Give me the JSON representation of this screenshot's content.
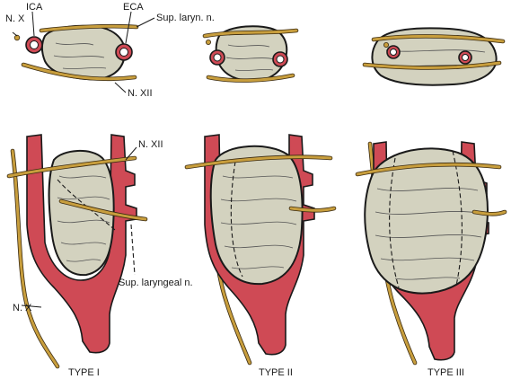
{
  "labels": {
    "nx_top": "N. X",
    "ica": "ICA",
    "eca": "ECA",
    "sup_laryn": "Sup. laryn. n.",
    "nxii_top": "N. XII",
    "nxii": "N. XII",
    "sup_laryngeal": "Sup. laryngeal n.",
    "nx_bottom": "N. X"
  },
  "captions": {
    "type1": "TYPE I",
    "type2": "TYPE II",
    "type3": "TYPE III"
  },
  "colors": {
    "artery": "#cf4a55",
    "tumor": "#d3d2bf",
    "nerve": "#c89e3d"
  }
}
